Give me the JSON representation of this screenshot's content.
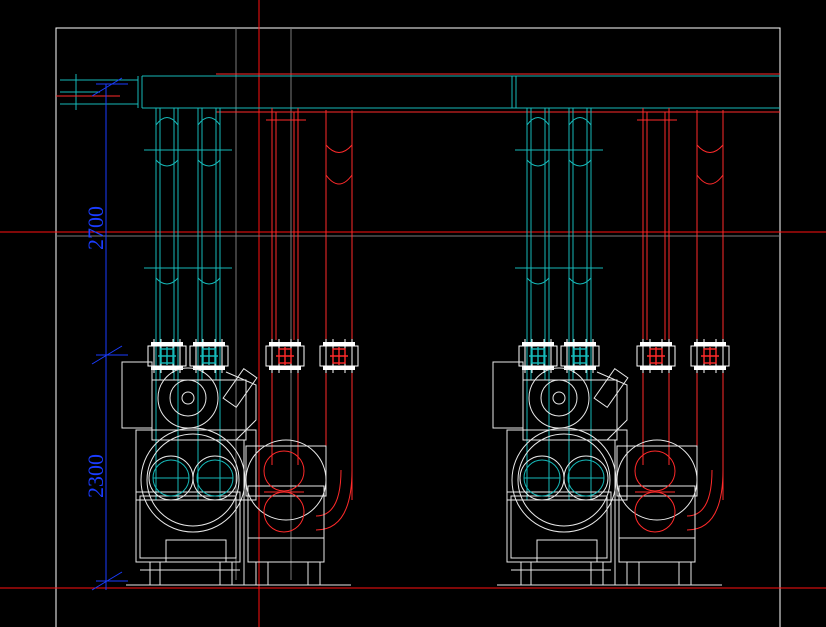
{
  "drawing": {
    "background": "#000000",
    "colors": {
      "frame": "#ffffff",
      "cold_pipe": "#16b9b9",
      "hot_pipe": "#ff2a2a",
      "equipment": "#e8e8e8",
      "dimension": "#1a3cff",
      "grid": "#ff1010",
      "guide": "#7a7a7a"
    },
    "dimensions": {
      "upper": "2700",
      "lower": "2300"
    },
    "units": [
      {
        "id": "unit-left"
      },
      {
        "id": "unit-right"
      }
    ]
  }
}
